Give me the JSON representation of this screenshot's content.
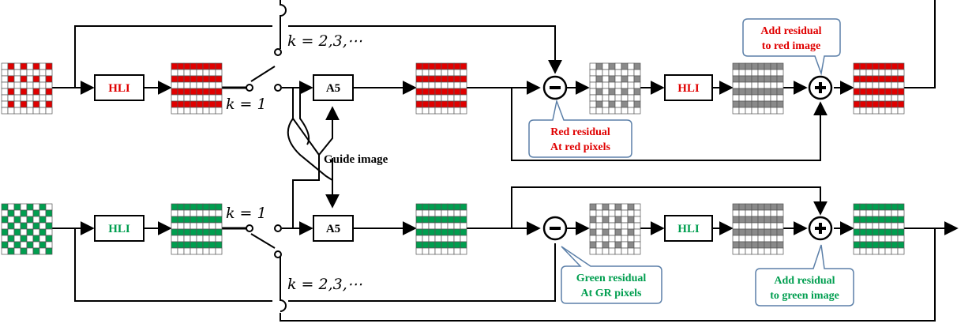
{
  "colors": {
    "red": "#e00000",
    "green": "#009e4f",
    "gray": "#8a8a8a",
    "line": "#000000",
    "callout_border": "#5b7fa8"
  },
  "top_row": {
    "hli_label": "HLI",
    "a5_label": "A5",
    "hli2_label": "HLI",
    "k_one": "k = 1",
    "k_more": "k = 2,3,⋯",
    "residual_callout": [
      "Red residual",
      "At red pixels"
    ],
    "add_callout": [
      "Add residual",
      "to red image"
    ]
  },
  "bottom_row": {
    "hli_label": "HLI",
    "a5_label": "A5",
    "hli2_label": "HLI",
    "k_one": "k = 1",
    "k_more": "k = 2,3,⋯",
    "residual_callout": [
      "Green residual",
      "At GR pixels"
    ],
    "add_callout": [
      "Add residual",
      "to green image"
    ]
  },
  "guide_label": "Guide image",
  "operators": {
    "minus": "−",
    "plus": "+"
  }
}
